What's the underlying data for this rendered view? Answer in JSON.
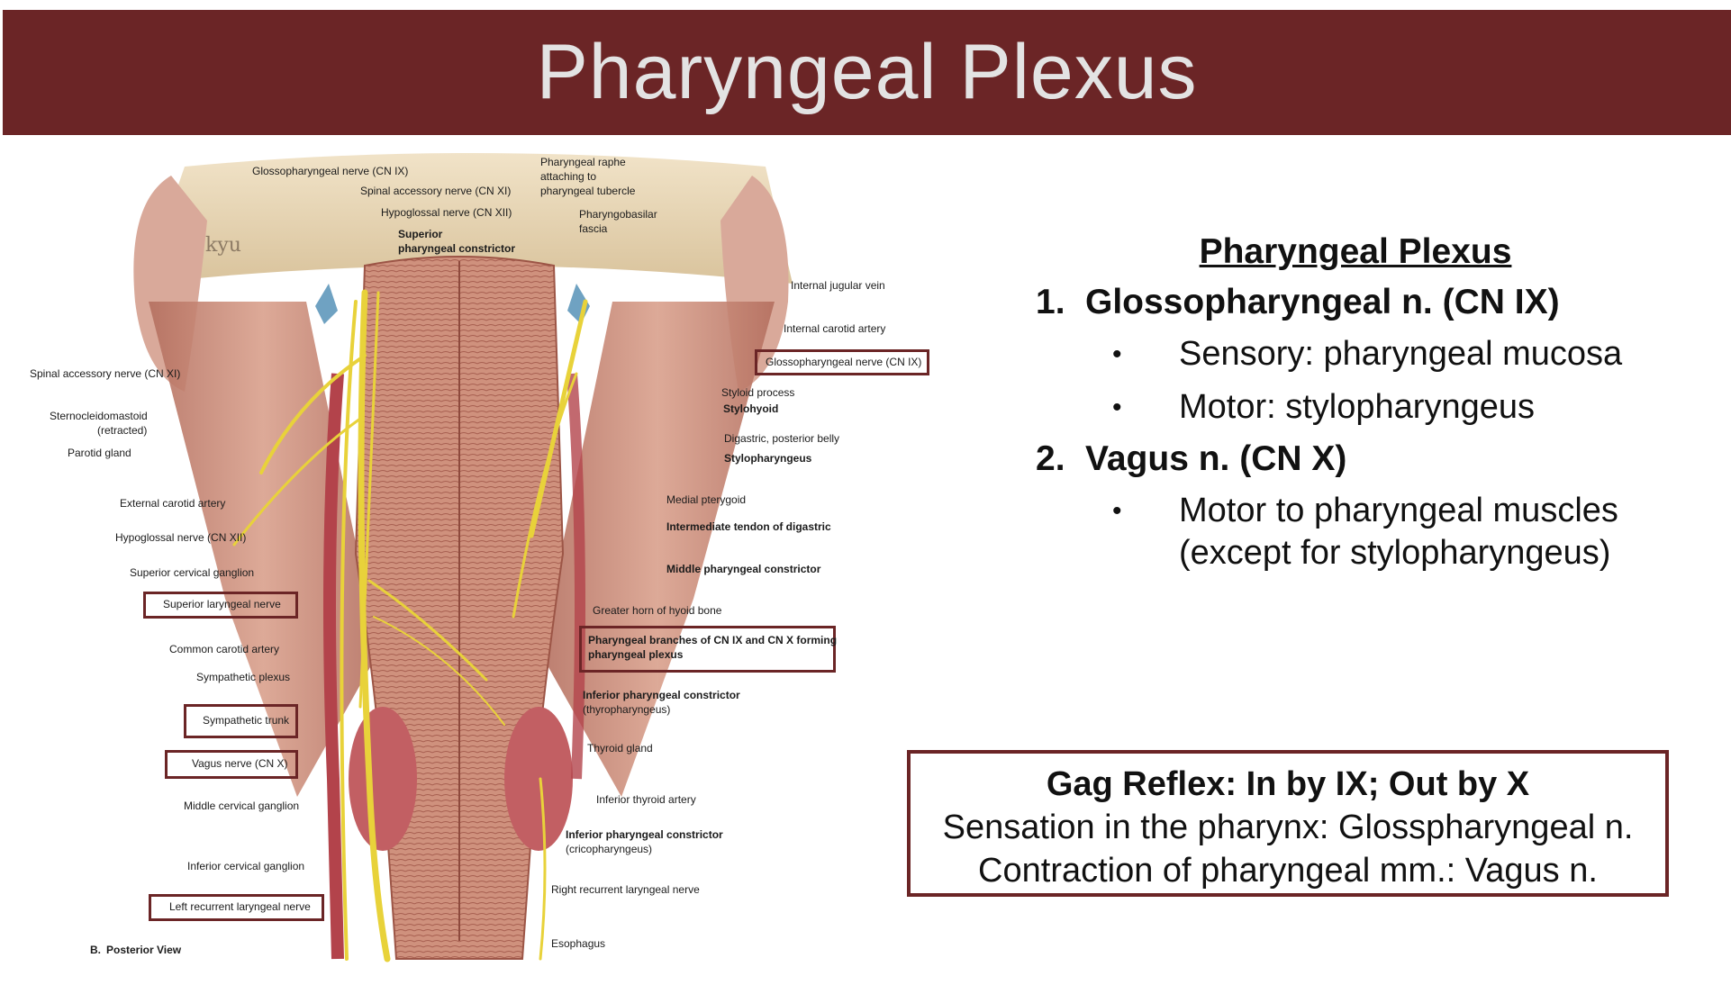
{
  "slide": {
    "title": "Pharyngeal Plexus"
  },
  "figure": {
    "artist_mark": "kyu",
    "view": "B.",
    "view_label": "Posterior View",
    "labels_left": [
      "Spinal accessory nerve (CN XI)",
      "Sternocleidomastoid",
      "(retracted)",
      "Parotid gland",
      "External carotid artery",
      "Hypoglossal nerve (CN XII)",
      "Superior cervical ganglion",
      "Superior laryngeal nerve",
      "Common carotid artery",
      "Sympathetic plexus",
      "Sympathetic trunk",
      "Vagus nerve (CN X)",
      "Middle cervical ganglion",
      "Inferior cervical ganglion",
      "Left recurrent laryngeal nerve"
    ],
    "labels_top": [
      "Glossopharyngeal nerve (CN IX)",
      "Spinal accessory nerve (CN XI)",
      "Hypoglossal nerve (CN XII)",
      "Superior",
      "pharyngeal constrictor",
      "Pharyngeal raphe",
      "attaching to",
      "pharyngeal tubercle",
      "Pharyngobasilar",
      "fascia"
    ],
    "labels_right": [
      "Internal jugular vein",
      "Internal carotid artery",
      "Glossopharyngeal nerve (CN IX)",
      "Styloid process",
      "Stylohyoid",
      "Digastric, posterior belly",
      "Stylopharyngeus",
      "Medial pterygoid",
      "Intermediate tendon of digastric",
      "Middle pharyngeal constrictor",
      "Greater horn of hyoid bone",
      "Pharyngeal branches of CN IX and CN X forming",
      "pharyngeal plexus",
      "Inferior pharyngeal constrictor",
      "(thyropharyngeus)",
      "Thyroid gland",
      "Inferior thyroid artery",
      "Inferior pharyngeal constrictor",
      "(cricopharyngeus)",
      "Right recurrent laryngeal nerve",
      "Esophagus"
    ]
  },
  "plexus": {
    "heading": "Pharyngeal Plexus",
    "item1_num": "1.",
    "item1": "Glossopharyngeal n. (CN IX)",
    "item1_b1": "Sensory: pharyngeal mucosa",
    "item1_b2": "Motor: stylopharyngeus",
    "item2_num": "2.",
    "item2": "Vagus n. (CN X)",
    "item2_b1_line1": "Motor to pharyngeal muscles",
    "item2_b1_line2": "(except for stylopharyngeus)",
    "bullet": "•"
  },
  "gag": {
    "title": "Gag Reflex: In by IX; Out by X",
    "line1": "Sensation in the pharynx: Glosspharyngeal n.",
    "line2": "Contraction of pharyngeal mm.: Vagus n."
  },
  "colors": {
    "title_bar": "#6b2526",
    "title_text": "#e3e3e3",
    "box_border": "#6b2526",
    "nerve": "#e8d23a",
    "muscle": "#c98a78"
  }
}
